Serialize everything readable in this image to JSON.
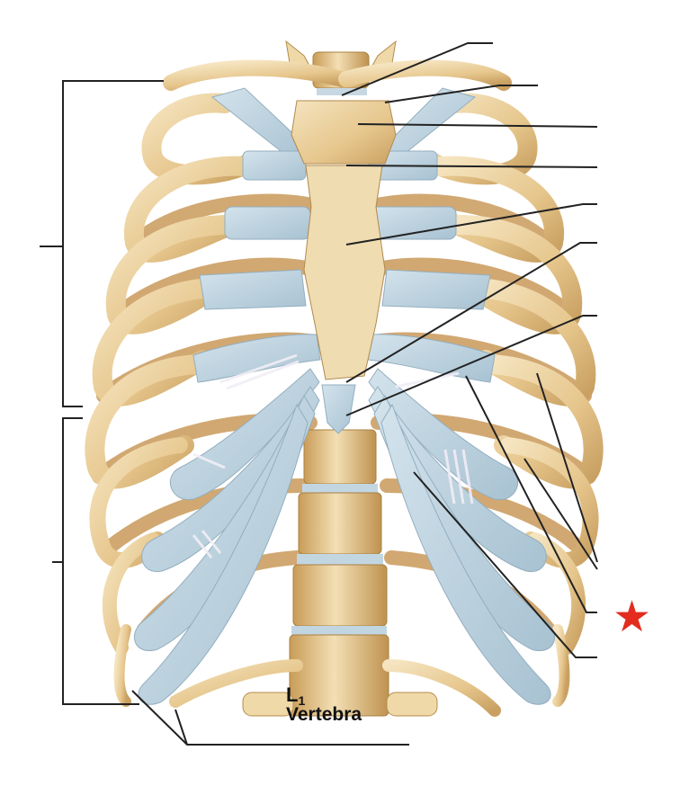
{
  "diagram": {
    "subject": "Thoracic cage (anterior view)",
    "text_labels": {
      "l1_letter": "L",
      "l1_subscript": "1",
      "vertebra": "Vertebra"
    },
    "marker": {
      "glyph": "★",
      "color": "#e32b1e",
      "points_to": "leader line 8 (right side)"
    },
    "blank_label_lines": [
      {
        "id": 1,
        "end": [
          548,
          48
        ],
        "target": "jugular notch"
      },
      {
        "id": 2,
        "end": [
          598,
          95
        ],
        "target": "clavicular notch"
      },
      {
        "id": 3,
        "end": [
          664,
          141
        ],
        "target": "manubrium"
      },
      {
        "id": 4,
        "end": [
          664,
          186
        ],
        "target": "sternal angle"
      },
      {
        "id": 5,
        "end": [
          664,
          227
        ],
        "target": "body of sternum"
      },
      {
        "id": 6,
        "end": [
          664,
          270
        ],
        "target": "xiphisternal joint"
      },
      {
        "id": 7,
        "end": [
          664,
          351
        ],
        "target": "xiphoid process"
      },
      {
        "id": 8,
        "end": [
          664,
          681
        ],
        "target": "costal cartilage",
        "starred": true
      },
      {
        "id": 9,
        "end": [
          664,
          627
        ],
        "target": "ribs (intercostal spaces)"
      },
      {
        "id": 10,
        "end": [
          664,
          731
        ],
        "target": "costal margin"
      },
      {
        "id": 11,
        "end": [
          455,
          828
        ],
        "target": "floating ribs"
      }
    ],
    "brackets": [
      {
        "id": "upper",
        "range": [
          90,
          452
        ],
        "target": "true ribs (1-7)"
      },
      {
        "id": "lower",
        "range": [
          465,
          783
        ],
        "target": "false ribs (8-12)"
      }
    ],
    "colors": {
      "bone": "#e8c88f",
      "bone_shade": "#c9a060",
      "bone_light": "#f3e0b8",
      "cartilage": "#bcd3e0",
      "cartilage_shade": "#9fb9c9",
      "ligament": "#ece9f2",
      "line": "#222222",
      "background": "#ffffff"
    }
  }
}
